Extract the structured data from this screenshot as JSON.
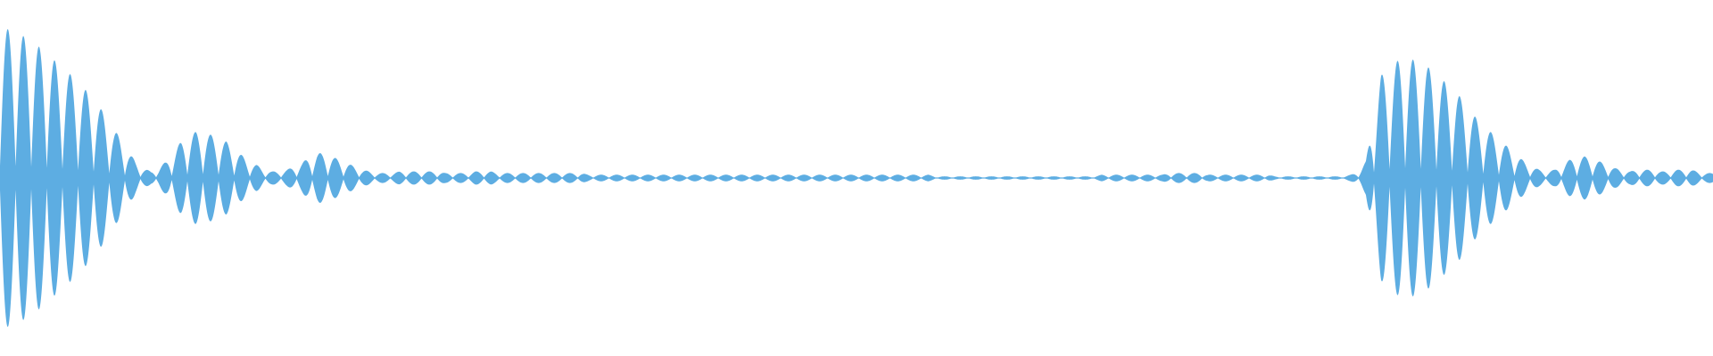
{
  "waveform": {
    "color": "#5DADE2",
    "background": "#FFFFFF",
    "envelope": [
      0.92,
      0.9,
      0.88,
      0.86,
      0.84,
      0.8,
      0.76,
      0.72,
      0.68,
      0.64,
      0.6,
      0.55,
      0.5,
      0.44,
      0.38,
      0.3,
      0.24,
      0.16,
      0.1,
      0.06,
      0.04,
      0.06,
      0.1,
      0.16,
      0.22,
      0.26,
      0.28,
      0.28,
      0.26,
      0.24,
      0.22,
      0.18,
      0.14,
      0.1,
      0.08,
      0.05,
      0.04,
      0.04,
      0.05,
      0.07,
      0.09,
      0.13,
      0.15,
      0.15,
      0.13,
      0.11,
      0.09,
      0.07,
      0.05,
      0.04,
      0.03,
      0.03,
      0.03,
      0.04,
      0.04,
      0.04,
      0.04,
      0.04,
      0.04,
      0.03,
      0.03,
      0.03,
      0.03,
      0.04,
      0.04,
      0.04,
      0.03,
      0.03,
      0.03,
      0.03,
      0.03,
      0.03,
      0.03,
      0.03,
      0.03,
      0.03,
      0.03,
      0.03,
      0.02,
      0.02,
      0.02,
      0.02,
      0.02,
      0.02,
      0.02,
      0.02,
      0.02,
      0.02,
      0.02,
      0.02,
      0.02,
      0.02,
      0.02,
      0.02,
      0.02,
      0.02,
      0.02,
      0.02,
      0.02,
      0.02,
      0.02,
      0.02,
      0.02,
      0.02,
      0.02,
      0.02,
      0.02,
      0.02,
      0.02,
      0.02,
      0.02,
      0.02,
      0.02,
      0.02,
      0.02,
      0.02,
      0.02,
      0.02,
      0.02,
      0.02,
      0.02,
      0.02,
      0.02,
      0.02,
      0.01,
      0.01,
      0.01,
      0.01,
      0.01,
      0.01,
      0.01,
      0.01,
      0.01,
      0.01,
      0.01,
      0.01,
      0.01,
      0.01,
      0.01,
      0.01,
      0.01,
      0.01,
      0.01,
      0.01,
      0.01,
      0.01,
      0.02,
      0.02,
      0.02,
      0.02,
      0.02,
      0.02,
      0.02,
      0.02,
      0.02,
      0.03,
      0.03,
      0.03,
      0.03,
      0.03,
      0.02,
      0.02,
      0.02,
      0.02,
      0.02,
      0.02,
      0.02,
      0.02,
      0.02,
      0.01,
      0.01,
      0.01,
      0.01,
      0.01,
      0.01,
      0.01,
      0.01,
      0.01,
      0.01,
      0.02,
      0.04,
      0.1,
      0.4,
      0.62,
      0.66,
      0.7,
      0.74,
      0.72,
      0.7,
      0.68,
      0.64,
      0.6,
      0.56,
      0.52,
      0.46,
      0.4,
      0.34,
      0.3,
      0.26,
      0.22,
      0.18,
      0.14,
      0.1,
      0.07,
      0.05,
      0.04,
      0.05,
      0.08,
      0.11,
      0.13,
      0.13,
      0.12,
      0.1,
      0.08,
      0.06,
      0.05,
      0.04,
      0.05,
      0.05,
      0.05,
      0.04,
      0.04,
      0.05,
      0.05,
      0.05,
      0.04,
      0.03,
      0.03
    ]
  }
}
